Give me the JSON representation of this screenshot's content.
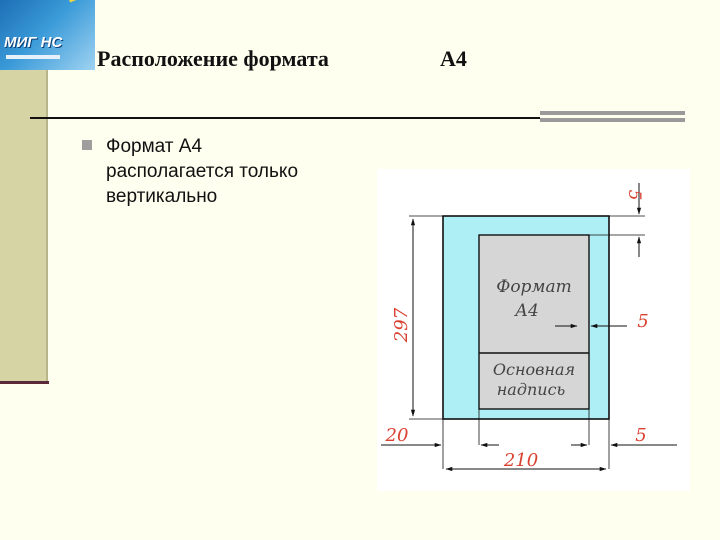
{
  "logo": {
    "text": "МИГ НС",
    "icon": "logo-swoosh-icon"
  },
  "slide": {
    "title": "Расположение формата",
    "title_format": "А4",
    "bullet_lines": [
      "Формат А4",
      "располагается только",
      "вертикально"
    ]
  },
  "drawing": {
    "inner_label_1": "Формат",
    "inner_label_2": "А4",
    "title_block_1": "Основная",
    "title_block_2": "надпись",
    "dim_height": "297",
    "dim_width": "210",
    "dim_left": "20",
    "dim_right": "5",
    "dim_mid": "5",
    "dim_top": "5",
    "colors": {
      "sheet": "#aeeef5",
      "frame": "#d6d6d6",
      "dimensions": "#d94030"
    }
  }
}
